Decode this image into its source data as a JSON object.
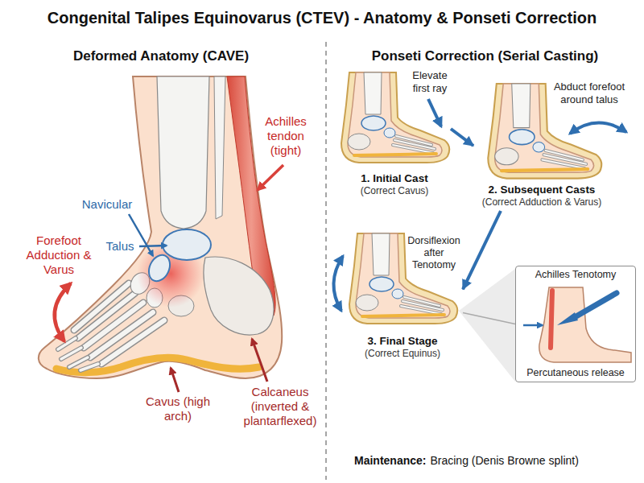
{
  "diagram": {
    "title": "Congenital Talipes Equinovarus (CTEV) - Anatomy & Ponseti Correction",
    "nodes": [
      {
        "text": [
          "1. Initial Cast",
          "(Correct Cavus)"
        ]
      },
      {
        "text": [
          "2. Subsequent Casts",
          "(Correct Adduction & Varus)"
        ]
      },
      {
        "text": [
          "3. Final Stage",
          "(Correct Equinus)"
        ]
      },
      {
        "text": [
          "Achilles Tenotomy",
          "Percutaneous release"
        ]
      }
    ],
    "edges": [
      {
        "from": 0,
        "to": 1,
        "arrow": "to"
      },
      {
        "from": 1,
        "to": 2,
        "arrow": "to"
      },
      {
        "from": 2,
        "to": 3,
        "arrow": "none"
      }
    ],
    "labels": [
      "Deformed Anatomy (CAVE)",
      "Ponseti Correction (Serial Casting)",
      "Achilles tendon (tight)",
      "Navicular",
      "Talus",
      "Forefoot Adduction & Varus",
      "Calcaneus (inverted & plantarflexed)",
      "Cavus (high arch)",
      "Elevate first ray",
      "Abduct forefoot around talus",
      "Dorsiflexion after Tenotomy",
      "Maintenance:",
      "Bracing (Denis Browne splint)"
    ]
  }
}
